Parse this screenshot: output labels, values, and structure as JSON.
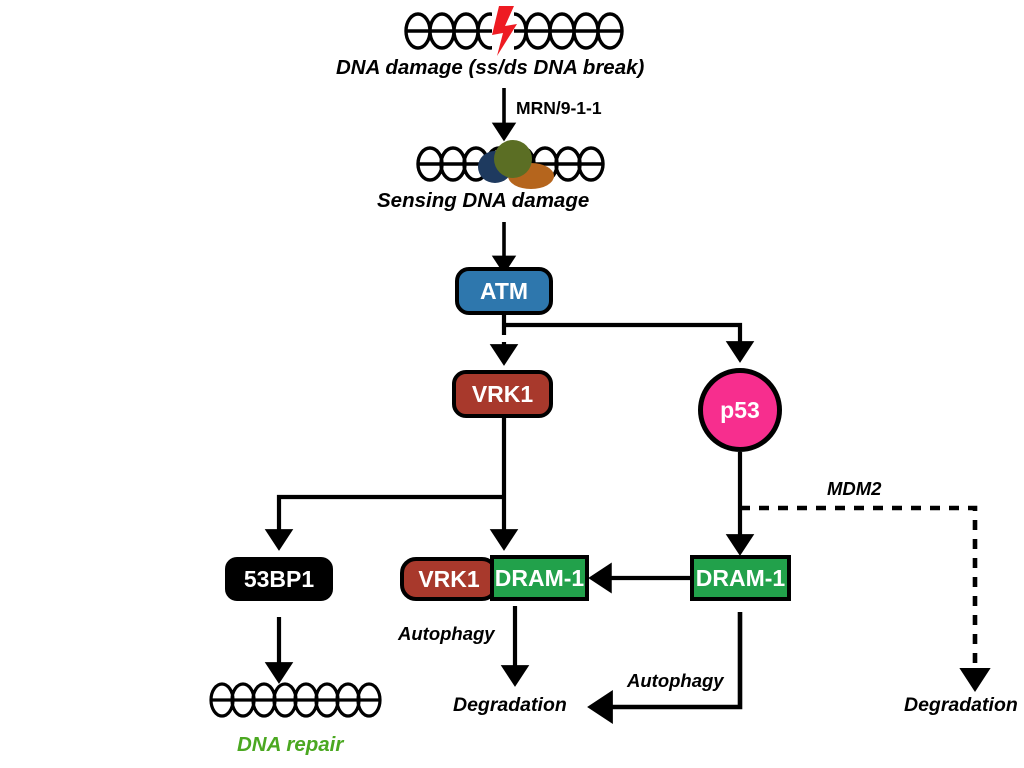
{
  "figure": {
    "type": "signaling-pathway-diagram",
    "background": "#ffffff"
  },
  "colors": {
    "atm_fill": "#2e77ad",
    "vrk1_fill": "#a8392c",
    "p53_fill": "#f72e8e",
    "dram1_fill": "#22a14b",
    "53bp1_fill": "#000000",
    "dna_repair_text": "#4ba821",
    "damage_bolt": "#ee1b22",
    "sensor_navy": "#1e3a5f",
    "sensor_olive": "#5b6e24",
    "sensor_brown": "#b5651d",
    "stroke": "#000000"
  },
  "nodes": {
    "atm": "ATM",
    "vrk1": "VRK1",
    "p53": "p53",
    "bp53": "53BP1",
    "complex_vrk1": "VRK1",
    "complex_dram1": "DRAM-1",
    "dram1": "DRAM-1"
  },
  "labels": {
    "dna_damage": "DNA damage (ss/ds DNA break)",
    "mrn": "MRN/9-1-1",
    "sensing": "Sensing DNA damage",
    "mdm2": "MDM2",
    "autophagy_left": "Autophagy",
    "autophagy_right": "Autophagy",
    "degradation_center": "Degradation",
    "degradation_right": "Degradation",
    "dna_repair": "DNA repair"
  },
  "edges": [
    {
      "name": "damage-to-sensing",
      "from": "DNA damage",
      "to": "Sensing DNA damage",
      "style": "solid",
      "label": "MRN/9-1-1"
    },
    {
      "name": "sensing-to-atm",
      "from": "Sensing DNA damage",
      "to": "ATM",
      "style": "solid",
      "label": ""
    },
    {
      "name": "atm-to-vrk1",
      "from": "ATM",
      "to": "VRK1",
      "style": "dashed",
      "label": ""
    },
    {
      "name": "atm-to-p53",
      "from": "ATM",
      "to": "p53",
      "style": "solid",
      "label": ""
    },
    {
      "name": "vrk1-to-53bp1",
      "from": "VRK1",
      "to": "53BP1",
      "style": "solid",
      "label": ""
    },
    {
      "name": "vrk1-to-complex",
      "from": "VRK1",
      "to": "VRK1-DRAM-1",
      "style": "solid",
      "label": ""
    },
    {
      "name": "p53-to-dram1",
      "from": "p53",
      "to": "DRAM-1",
      "style": "solid",
      "label": ""
    },
    {
      "name": "p53-to-degradation",
      "from": "p53",
      "to": "Degradation",
      "style": "dashed",
      "label": "MDM2"
    },
    {
      "name": "dram1-to-complex",
      "from": "DRAM-1",
      "to": "VRK1-DRAM-1",
      "style": "solid",
      "label": ""
    },
    {
      "name": "complex-to-degradation",
      "from": "VRK1-DRAM-1",
      "to": "Degradation",
      "style": "solid",
      "label": "Autophagy"
    },
    {
      "name": "dram1-to-degradation",
      "from": "DRAM-1",
      "to": "Degradation",
      "style": "solid",
      "label": "Autophagy"
    },
    {
      "name": "53bp1-to-repair",
      "from": "53BP1",
      "to": "DNA repair",
      "style": "solid",
      "label": ""
    }
  ]
}
